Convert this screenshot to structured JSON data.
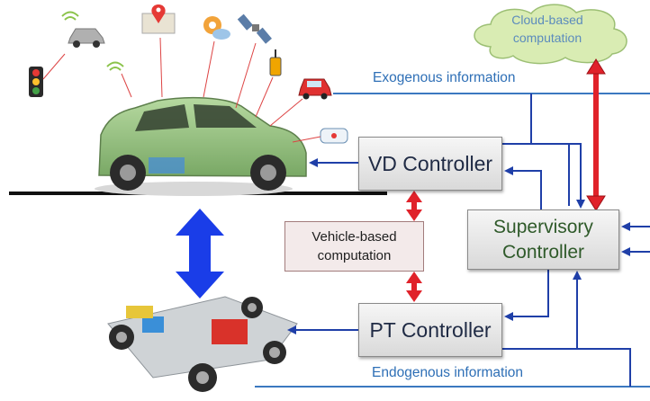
{
  "controllers": {
    "vd": "VD Controller",
    "pt": "PT Controller",
    "supervisory_line1": "Supervisory",
    "supervisory_line2": "Controller"
  },
  "vehicle_based": {
    "line1": "Vehicle-based",
    "line2": "computation"
  },
  "cloud": {
    "line1": "Cloud-based",
    "line2": "computation"
  },
  "exogenous_label": "Exogenous information",
  "endogenous_label": "Endogenous information",
  "icons": [
    "traffic-light",
    "wireless-car",
    "map-pin",
    "weather-gear",
    "satellite",
    "gps-handheld",
    "red-car",
    "vehicle-sensor-diagram"
  ],
  "colors": {
    "blue_line": "#3b78c0",
    "dark_blue_arrow": "#1f3fa8",
    "red_arrow": "#e0222a",
    "big_arrow": "#1a3de8",
    "cloud_fill": "#d9ecb3",
    "supervisory_text": "#2f5a2a",
    "car_body": "#8fc07a"
  }
}
